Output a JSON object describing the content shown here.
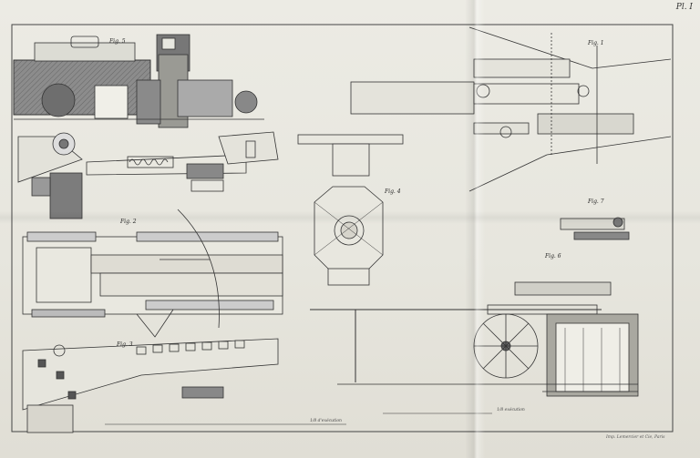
{
  "plate": {
    "number": "Pl. I"
  },
  "figures": [
    {
      "id": "fig5",
      "label": "Fig. 5"
    },
    {
      "id": "fig2",
      "label": "Fig. 2"
    },
    {
      "id": "fig3",
      "label": "Fig. 3"
    },
    {
      "id": "fig4",
      "label": "Fig. 4"
    },
    {
      "id": "fig1",
      "label": "Fig. 1"
    },
    {
      "id": "fig7",
      "label": "Fig. 7"
    },
    {
      "id": "fig6",
      "label": "Fig. 6"
    }
  ],
  "scales": {
    "left": "1/8 d'exécution",
    "right": "1/8 exécution"
  },
  "engraver": "Imp. Lemercier et Cie, Paris"
}
